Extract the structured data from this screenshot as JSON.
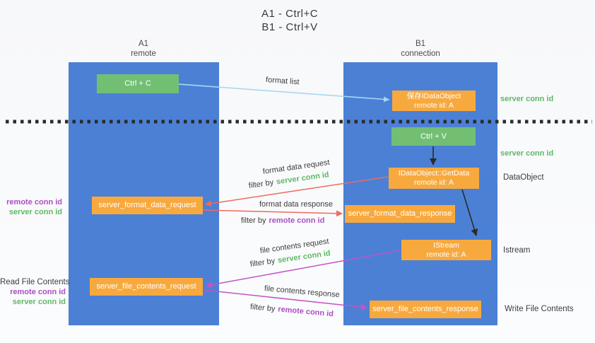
{
  "title": {
    "line1": "A1 - Ctrl+C",
    "line2": "B1 - Ctrl+V"
  },
  "lanes": {
    "a1": {
      "name": "A1",
      "subtitle": "remote"
    },
    "b1": {
      "name": "B1",
      "subtitle": "connection"
    }
  },
  "nodes": {
    "ctrl_c": {
      "label": "Ctrl + C"
    },
    "save_idataobject": {
      "line1": "保存IDataObject",
      "line2": "remote id: A"
    },
    "ctrl_v": {
      "label": "Ctrl + V"
    },
    "getdata": {
      "line1": "IDataObject::GetData",
      "line2": "remote id: A"
    },
    "format_request": {
      "label": "server_format_data_request"
    },
    "format_response": {
      "label": "server_format_data_response"
    },
    "istream": {
      "line1": "IStream",
      "line2": "remote id: A"
    },
    "file_request": {
      "label": "server_file_contents_request"
    },
    "file_response": {
      "label": "server_file_contents_response"
    }
  },
  "arrow_labels": {
    "format_list": "format list",
    "format_data_request": "format data request",
    "format_data_response": "format data response",
    "file_contents_request": "file contents request",
    "file_contents_response": "file contents response",
    "filter_by": "filter by",
    "server_conn_id": "server conn id",
    "remote_conn_id": "remote conn id"
  },
  "side_labels": {
    "right_server_conn_id_top": "server conn id",
    "right_server_conn_id_mid": "server conn id",
    "dataobject": "DataObject",
    "istream": "Istream",
    "write_file_contents": "Write File Contents",
    "left_remote_conn_id_top": "remote conn id",
    "left_server_conn_id_top": "server conn id",
    "read_file_contents": "Read File Contents",
    "left_remote_conn_id_bottom": "remote conn id",
    "left_server_conn_id_bottom": "server conn id"
  },
  "colors": {
    "lane_blue": "#4b80d5",
    "node_green": "#72bf74",
    "node_orange": "#f8a93e",
    "arrow_light_blue": "#a9d7f2",
    "arrow_red": "#ef6a5e",
    "arrow_magenta": "#c553c5",
    "arrow_black": "#2b2b2b",
    "text_green": "#5eb864",
    "text_purple": "#ab4fc0",
    "text_dark": "#3c3c3c"
  }
}
